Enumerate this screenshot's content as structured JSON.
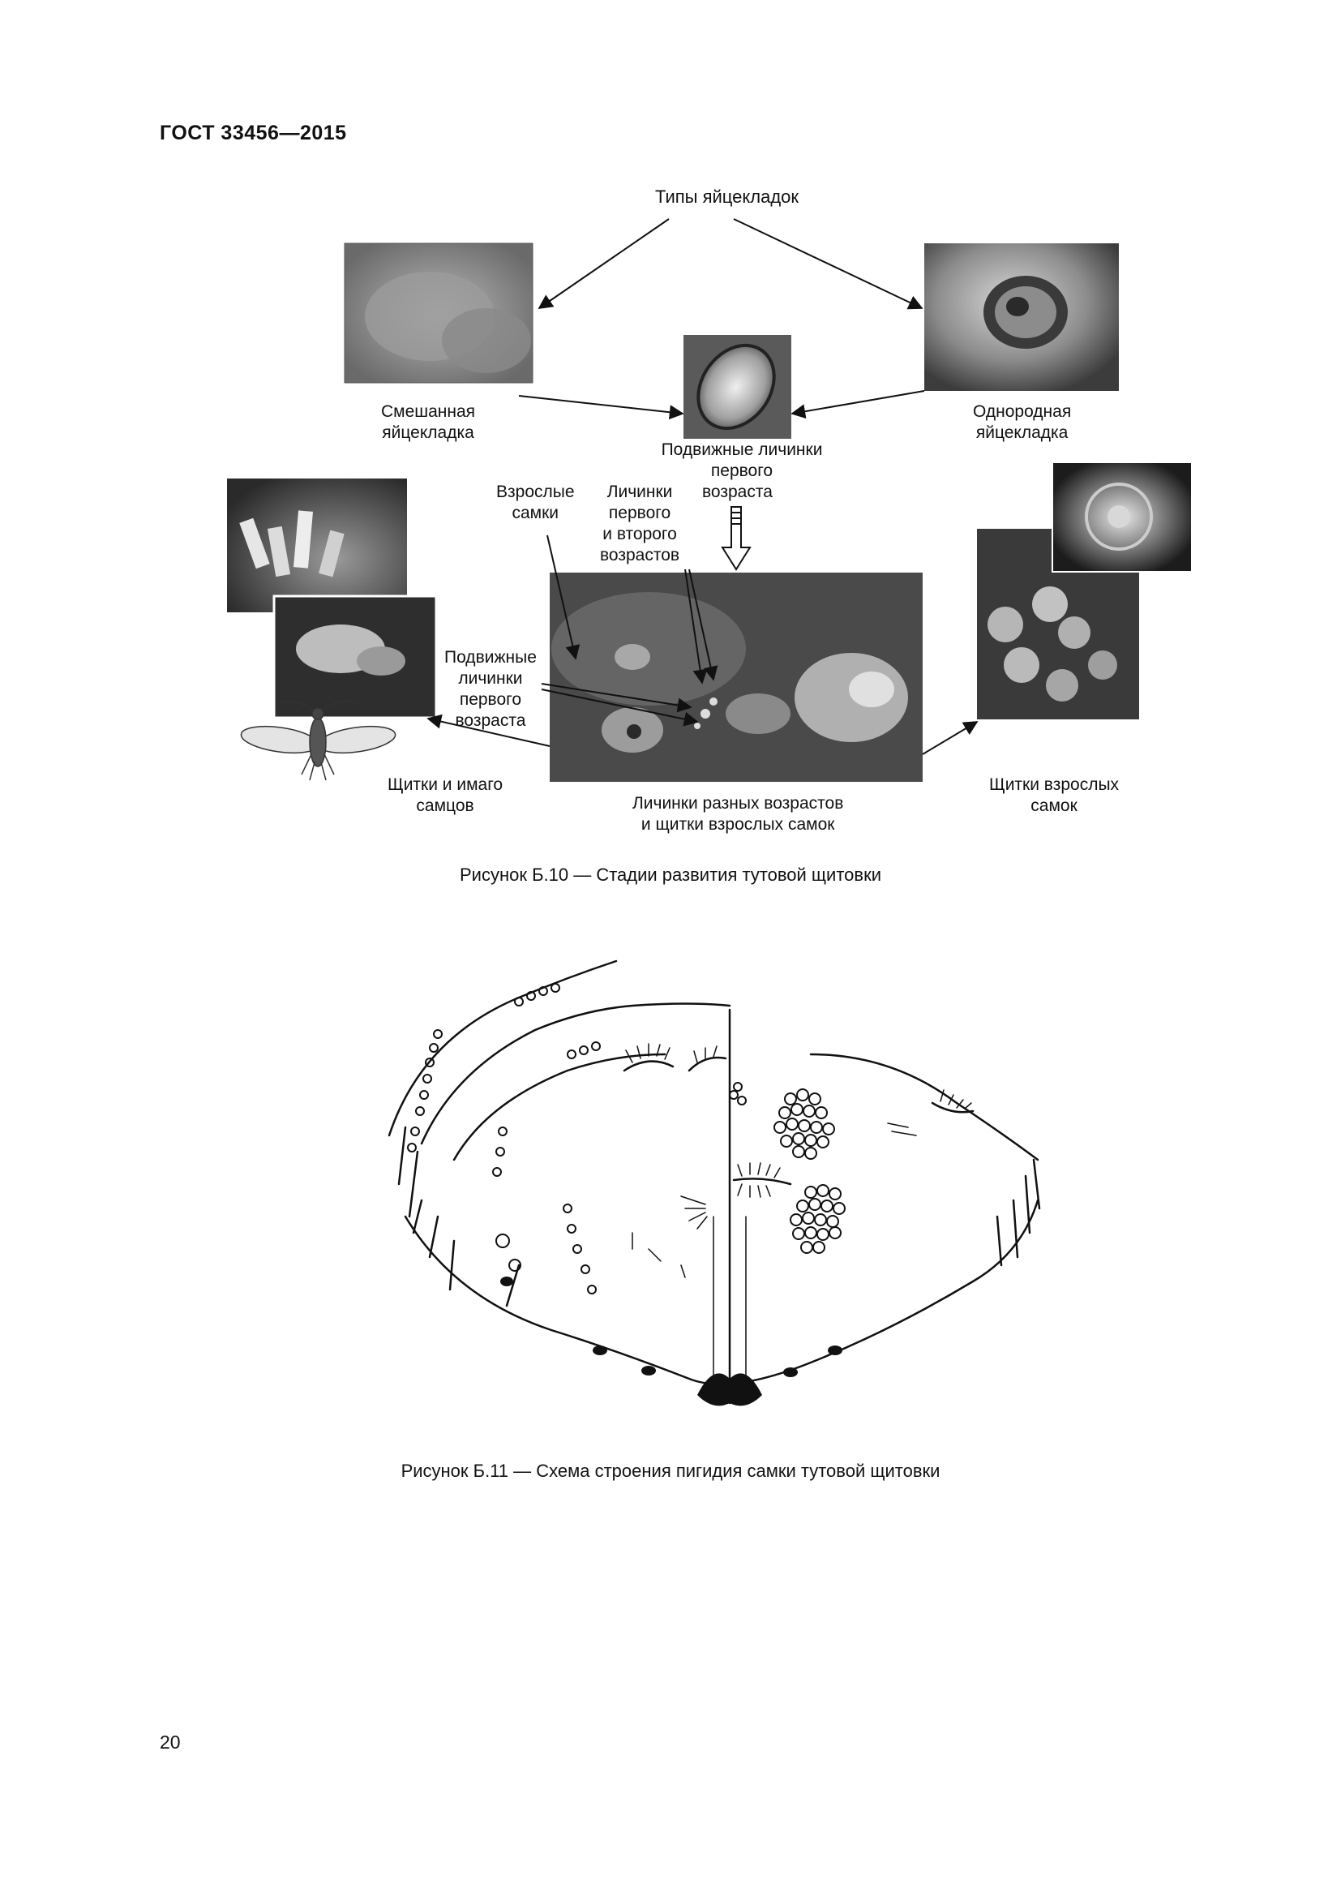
{
  "header": {
    "doc_id": "ГОСТ 33456—2015"
  },
  "figure_b10": {
    "labels": {
      "types": "Типы яйцекладок",
      "mixed_1": "Смешанная",
      "mixed_2": "яйцекладка",
      "homo_1": "Однородная",
      "homo_2": "яйцекладка",
      "crawlers_top_1": "Подвижные личинки",
      "crawlers_top_2": "первого",
      "crawlers_top_3": "возраста",
      "adult_fem_1": "Взрослые",
      "adult_fem_2": "самки",
      "larvae_12_1": "Личинки",
      "larvae_12_2": "первого",
      "larvae_12_3": "и второго",
      "larvae_12_4": "возрастов",
      "crawlers_mid_1": "Подвижные",
      "crawlers_mid_2": "личинки",
      "crawlers_mid_3": "первого",
      "crawlers_mid_4": "возраста",
      "males_1": "Щитки и имаго",
      "males_2": "самцов",
      "various_1": "Личинки разных возрастов",
      "various_2": "и щитки взрослых самок",
      "fem_scales_1": "Щитки взрослых",
      "fem_scales_2": "самок"
    },
    "caption": "Рисунок Б.10 — Стадии развития тутовой щитовки"
  },
  "figure_b11": {
    "caption": "Рисунок Б.11 — Схема строения пигидия самки тутовой щитовки"
  },
  "page_number": "20"
}
